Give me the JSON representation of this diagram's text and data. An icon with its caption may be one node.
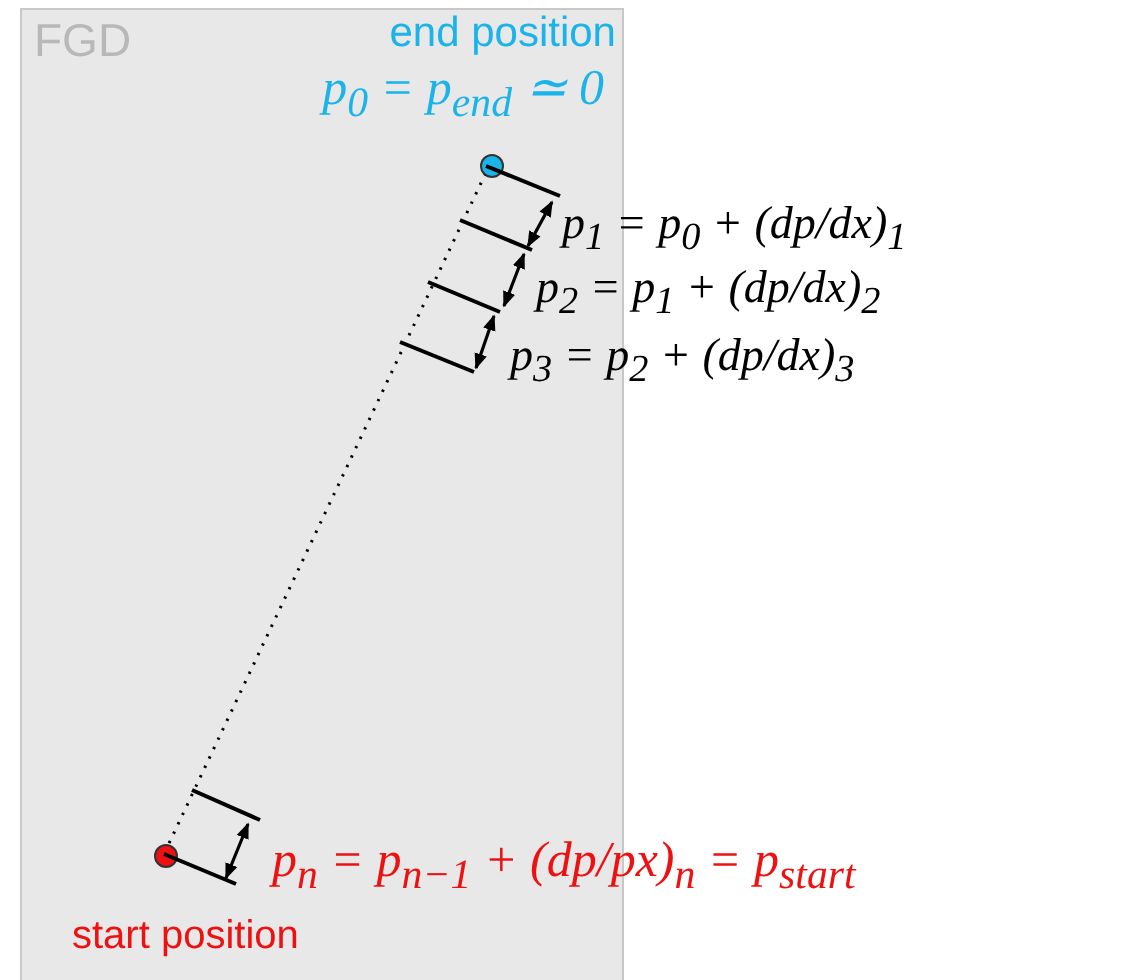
{
  "diagram": {
    "nodes": [
      {
        "text": [
          "FGD"
        ]
      },
      {
        "text": [],
        "shape": "circle",
        "in": 0,
        "beside": [
          "end position",
          "p$_{0}$ = p$_{end}$ ≃ 0"
        ]
      },
      {
        "text": [],
        "shape": "circle",
        "in": 0,
        "beside": [
          "p$_{n}$ = p$_{n−1}$ + (dp/px)$_{n}$ = p$_{start}$",
          "start position"
        ]
      }
    ],
    "edges": [
      {
        "from": 2,
        "to": 1,
        "arrow": "none",
        "style": "dashed"
      }
    ],
    "labels": [
      "p$_{1}$ = p$_{0}$ + (dp/dx)$_{1}$",
      "p$_{2}$ = p$_{1}$ + (dp/dx)$_{2}$",
      "p$_{3}$ = p$_{2}$ + (dp/dx)$_{3}$"
    ]
  }
}
